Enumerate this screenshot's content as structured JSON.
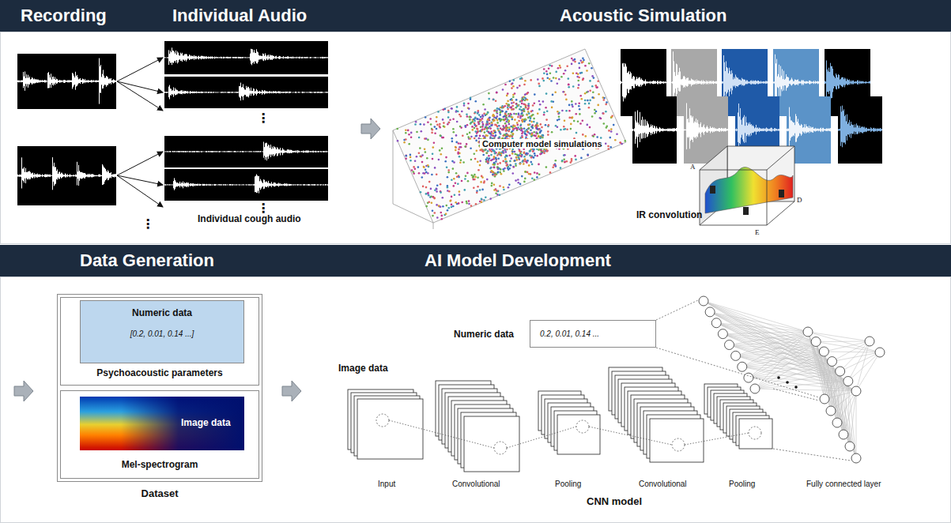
{
  "diagram": {
    "nodes": [
      {
        "text": [
          "Recording",
          "Individual Audio",
          "Acoustic Simulation"
        ]
      },
      {
        "text": [
          "Data Generation",
          "AI Model Development"
        ]
      },
      {
        "text": [
          "Dataset"
        ]
      },
      {
        "text": [
          "Psychoacoustic parameters"
        ],
        "in": 2
      },
      {
        "text": [
          "Numeric data",
          "[0.2, 0.01, 0.14 ...]"
        ],
        "in": 3
      },
      {
        "text": [
          "Mel-spectrogram"
        ],
        "in": 2
      },
      {
        "text": [
          "Image data"
        ],
        "in": 5
      },
      {
        "text": [
          "Numeric data",
          "0.2, 0.01, 0.14 ..."
        ]
      }
    ],
    "labels": [
      "⋮",
      "⋮",
      "⋮",
      "Individual cough audio",
      "Computer model simulations",
      "IR convolution",
      "A",
      "D",
      "E",
      "Image data",
      "Input",
      "Convolutional",
      "Pooling",
      "Convolutional",
      "Pooling",
      "Fully connected layer",
      "CNN model"
    ]
  }
}
